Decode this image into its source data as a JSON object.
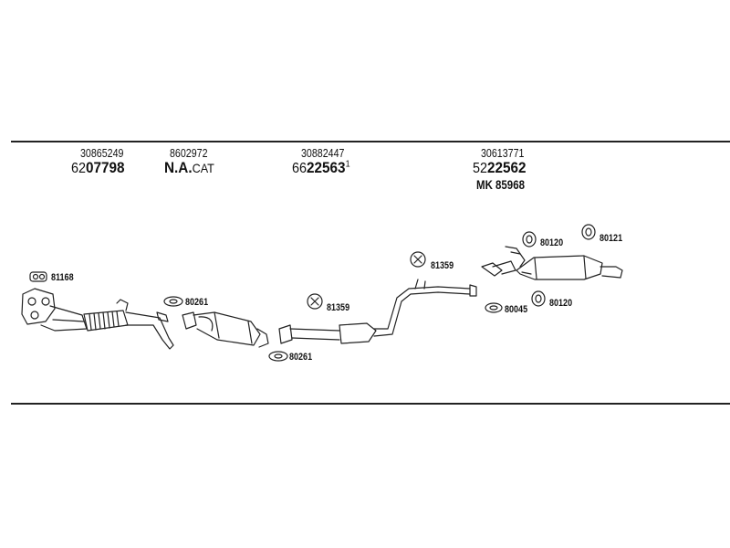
{
  "header": {
    "col1": {
      "ref": "30865249",
      "prefix": "62",
      "num": "07798"
    },
    "col2": {
      "ref": "8602972",
      "num": "N.A.",
      "suffix": "CAT"
    },
    "col3": {
      "ref": "30882447",
      "prefix": "66",
      "num": "22563",
      "sup": "1"
    },
    "col4": {
      "ref": "30613771",
      "prefix": "52",
      "num": "22562",
      "kit": "MK 85968"
    }
  },
  "labels": {
    "gasket_manifold": "81168",
    "gasket_cat_front": "80261",
    "gasket_mid": "80261",
    "mount_front_pipe": "81359",
    "mount_mid_pipe": "81359",
    "rear_ring_1": "80120",
    "rear_ring_2": "80121",
    "rear_ring_3": "80120",
    "rear_clamp": "80045"
  }
}
